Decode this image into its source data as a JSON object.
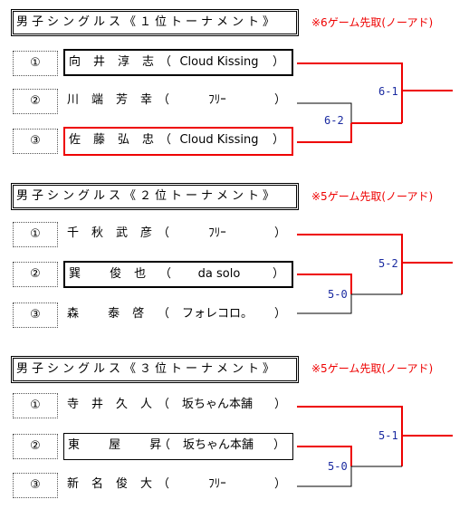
{
  "tournaments": [
    {
      "title": "男子シングルス《１位トーナメント》",
      "note": "※6ゲーム先取(ノーアド)",
      "players": [
        {
          "seed": "①",
          "name": "向井淳志",
          "team": "Cloud Kissing"
        },
        {
          "seed": "②",
          "name": "川端芳幸",
          "team": "ﾌﾘｰ"
        },
        {
          "seed": "③",
          "name": "佐藤弘忠",
          "team": "Cloud Kissing"
        }
      ],
      "scores": {
        "semi": "6-2",
        "final": "6-1"
      }
    },
    {
      "title": "男子シングルス《２位トーナメント》",
      "note": "※5ゲーム先取(ノーアド)",
      "players": [
        {
          "seed": "①",
          "name": "千秋武彦",
          "team": "ﾌﾘｰ"
        },
        {
          "seed": "②",
          "name": "巽 俊也",
          "team": "da solo"
        },
        {
          "seed": "③",
          "name": "森 泰啓",
          "team": "フォレコロ。"
        }
      ],
      "scores": {
        "semi": "5-0",
        "final": "5-2"
      }
    },
    {
      "title": "男子シングルス《３位トーナメント》",
      "note": "※5ゲーム先取(ノーアド)",
      "players": [
        {
          "seed": "①",
          "name": "寺井久人",
          "team": "坂ちゃん本舗"
        },
        {
          "seed": "②",
          "name": "東 屋 昇",
          "team": "坂ちゃん本舗"
        },
        {
          "seed": "③",
          "name": "新名俊大",
          "team": "ﾌﾘｰ"
        }
      ],
      "scores": {
        "semi": "5-0",
        "final": "5-1"
      }
    }
  ],
  "brackets": {
    "red": "#e00000",
    "black": "#000000"
  }
}
